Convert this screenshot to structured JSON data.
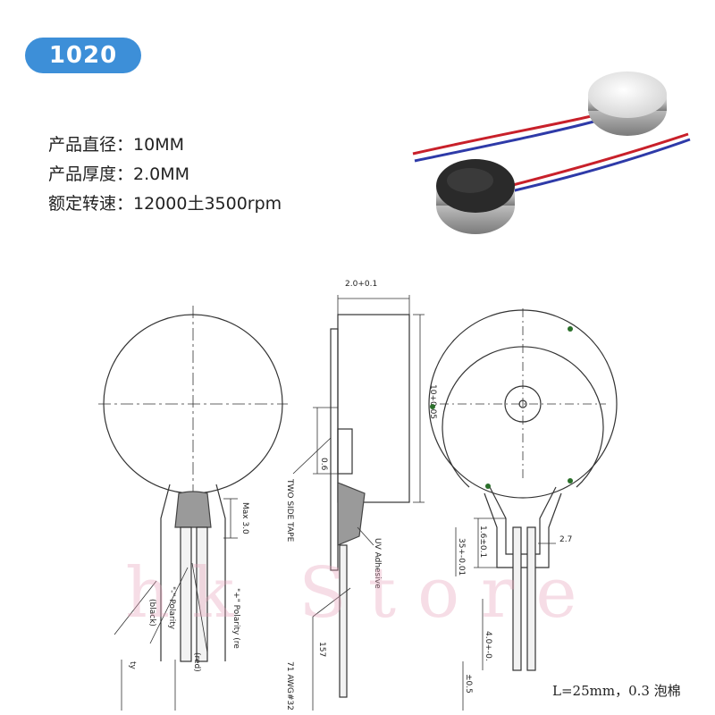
{
  "badge": {
    "label": "1020"
  },
  "specs": [
    {
      "label": "产品直径：",
      "value": "10MM"
    },
    {
      "label": "产品厚度：",
      "value": "2.0MM"
    },
    {
      "label": "额定转速：",
      "value": "12000土3500rpm"
    }
  ],
  "drawing": {
    "labels": {
      "thickness": "2.0+0.1",
      "diameter": "10+0.05",
      "max": "Max 3.0",
      "depth": "0.6",
      "tape": "TWO SIDE TAPE",
      "adhesive": "UV Adhesive",
      "pos_polarity": "\"+\" Polarity (re",
      "neg_polarity": "\"-\" Polarity",
      "black": "(black)",
      "red": "(red)",
      "ty": "ty",
      "awg": "71 AWG#32",
      "l157": "157",
      "d16": "1.6±0.1",
      "d35": "35+-0.01",
      "d27": "2.7",
      "d40": "4.0+-0.",
      "d05": "±0.5"
    },
    "watermark": "hk Store"
  },
  "footnote": "L=25mm，0.3 泡棉"
}
